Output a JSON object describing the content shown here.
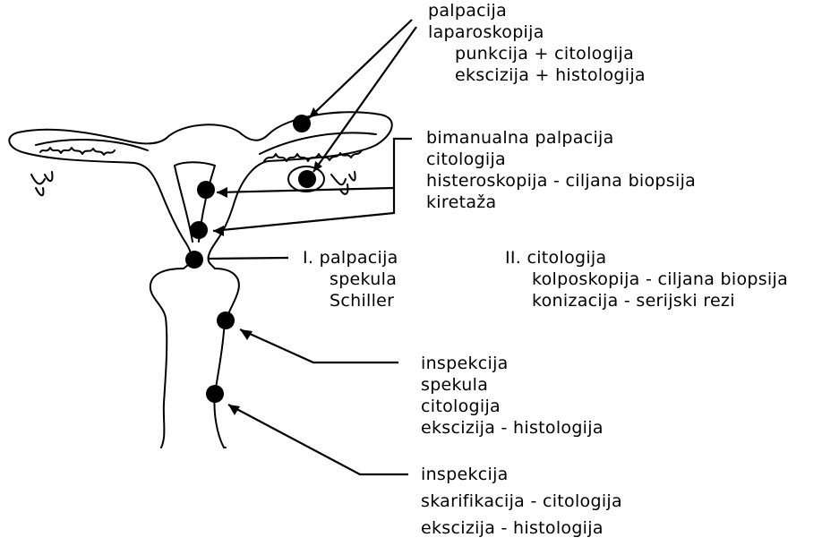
{
  "labels": {
    "ovary": [
      "palpacija",
      "laparoskopija",
      "punkcija + citologija",
      "ekscizija + histologija"
    ],
    "uterus": [
      "bimanualna palpacija",
      "citologija",
      "histeroskopija - ciljana biopsija",
      "kiretaža"
    ],
    "cervix_1": [
      "I. palpacija",
      "spekula",
      "Schiller"
    ],
    "cervix_2": [
      "II. citologija",
      "kolposkopija - ciljana biopsija",
      "konizacija - serijski rezi"
    ],
    "vagina": [
      "inspekcija",
      "spekula",
      "citologija",
      "ekscizija - histologija"
    ],
    "vulva": [
      "inspekcija",
      "skarifikacija - citologija",
      "ekscizija - histologija"
    ]
  }
}
